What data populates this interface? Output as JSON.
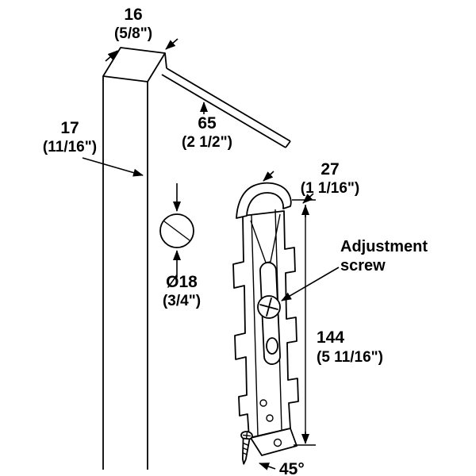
{
  "figure": {
    "background": "#ffffff",
    "line_color": "#000000",
    "type": "technical-installation-drawing"
  },
  "dimensions": {
    "panel_thickness": {
      "mm": "16",
      "inch": "(5/8\")"
    },
    "front_edge_distance": {
      "mm": "17",
      "inch": "(11/16\")"
    },
    "top_edge_distance": {
      "mm": "65",
      "inch": "(2 1/2\")"
    },
    "bracket_width": {
      "mm": "27",
      "inch": "(1 1/16\")"
    },
    "hole_diameter": {
      "mm": "Ø18",
      "inch": "(3/4\")"
    },
    "bracket_height": {
      "mm": "144",
      "inch": "(5 11/16\")"
    },
    "screw_angle": "45°"
  },
  "callouts": {
    "adjustment_screw": {
      "line1": "Adjustment",
      "line2": "screw"
    }
  }
}
